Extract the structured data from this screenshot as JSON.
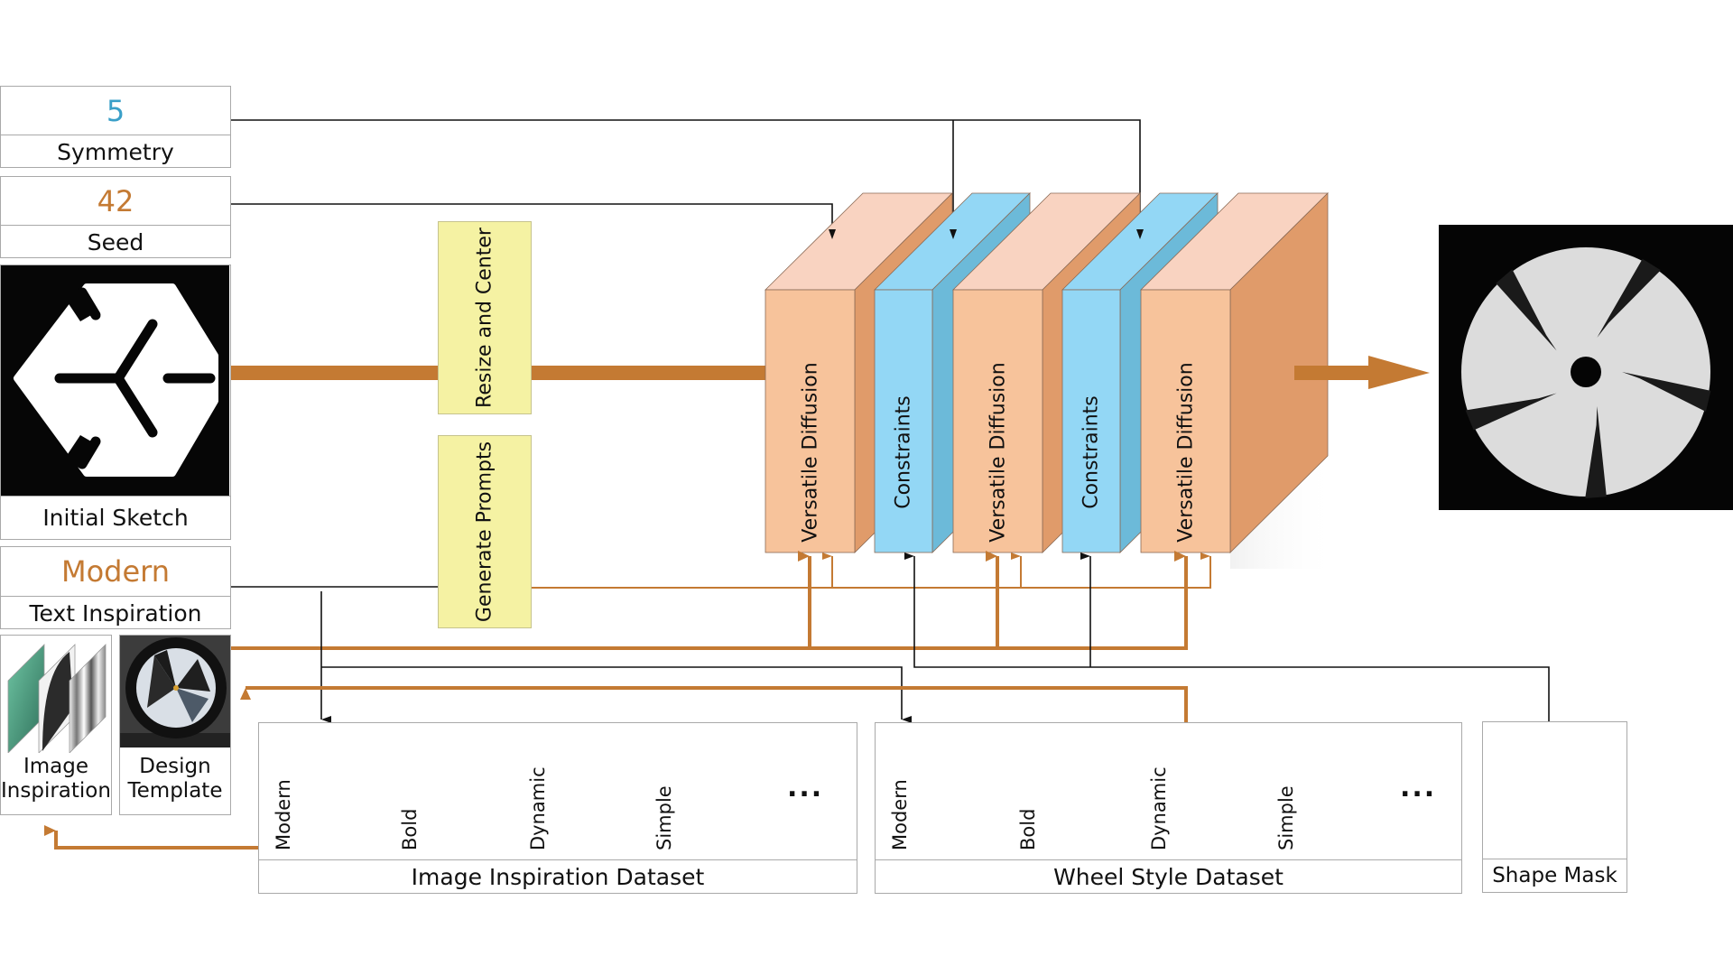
{
  "colors": {
    "orange": "#c47a33",
    "blue_value": "#3a9fc8",
    "vd_front": "#f7c39b",
    "vd_top": "#f9d3c1",
    "vd_side": "#e09b6a",
    "c_front": "#93d7f5",
    "c_top": "#93d7f5",
    "c_side": "#6cbad9",
    "yellow": "#f5f2a3"
  },
  "inputs": {
    "symmetry": {
      "value": "5",
      "label": "Symmetry"
    },
    "seed": {
      "value": "42",
      "label": "Seed"
    },
    "sketch": {
      "label": "Initial Sketch"
    },
    "text_inspiration": {
      "value": "Modern",
      "label": "Text Inspiration"
    },
    "image_inspiration": {
      "label_line1": "Image",
      "label_line2": "Inspiration"
    },
    "design_template": {
      "label_line1": "Design",
      "label_line2": "Template"
    }
  },
  "preprocess": {
    "resize": "Resize and Center",
    "prompts": "Generate Prompts"
  },
  "pipeline": {
    "blocks": [
      {
        "type": "diffusion",
        "label": "Versatile Diffusion"
      },
      {
        "type": "constraint",
        "label": "Constraints"
      },
      {
        "type": "diffusion",
        "label": "Versatile Diffusion"
      },
      {
        "type": "constraint",
        "label": "Constraints"
      },
      {
        "type": "diffusion",
        "label": "Versatile Diffusion"
      }
    ]
  },
  "output": {
    "name": "generated-wheel"
  },
  "datasets": {
    "image_inspiration": {
      "title": "Image Inspiration Dataset",
      "categories": [
        "Modern",
        "Bold",
        "Dynamic",
        "Simple"
      ],
      "more": "..."
    },
    "wheel_style": {
      "title": "Wheel Style Dataset",
      "categories": [
        "Modern",
        "Bold",
        "Dynamic",
        "Simple"
      ],
      "more": "..."
    },
    "shape_mask": {
      "title": "Shape Mask"
    }
  }
}
